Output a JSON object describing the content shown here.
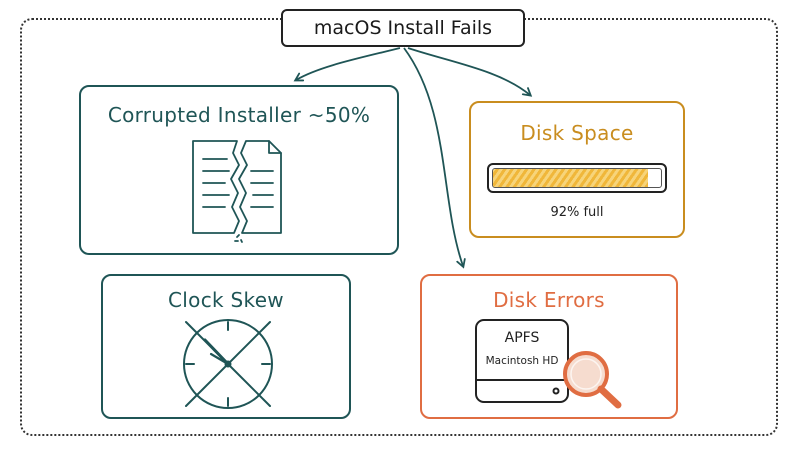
{
  "title": "macOS Install Fails",
  "cards": {
    "corrupted": {
      "title": "Corrupted Installer ~50%",
      "icon": "torn-document-icon"
    },
    "disk_space": {
      "title": "Disk Space",
      "usage_text": "92% full",
      "usage_fraction": 0.92,
      "icon": "progress-bar"
    },
    "clock_skew": {
      "title": "Clock Skew",
      "icon": "crossed-clock-icon"
    },
    "disk_errors": {
      "title": "Disk Errors",
      "drive_format": "APFS",
      "drive_name": "Macintosh HD",
      "icon": "magnifier-drive-icon"
    }
  },
  "colors": {
    "teal": "#1f5556",
    "amber": "#c98d1f",
    "orange": "#e06d42",
    "ink": "#222222"
  }
}
